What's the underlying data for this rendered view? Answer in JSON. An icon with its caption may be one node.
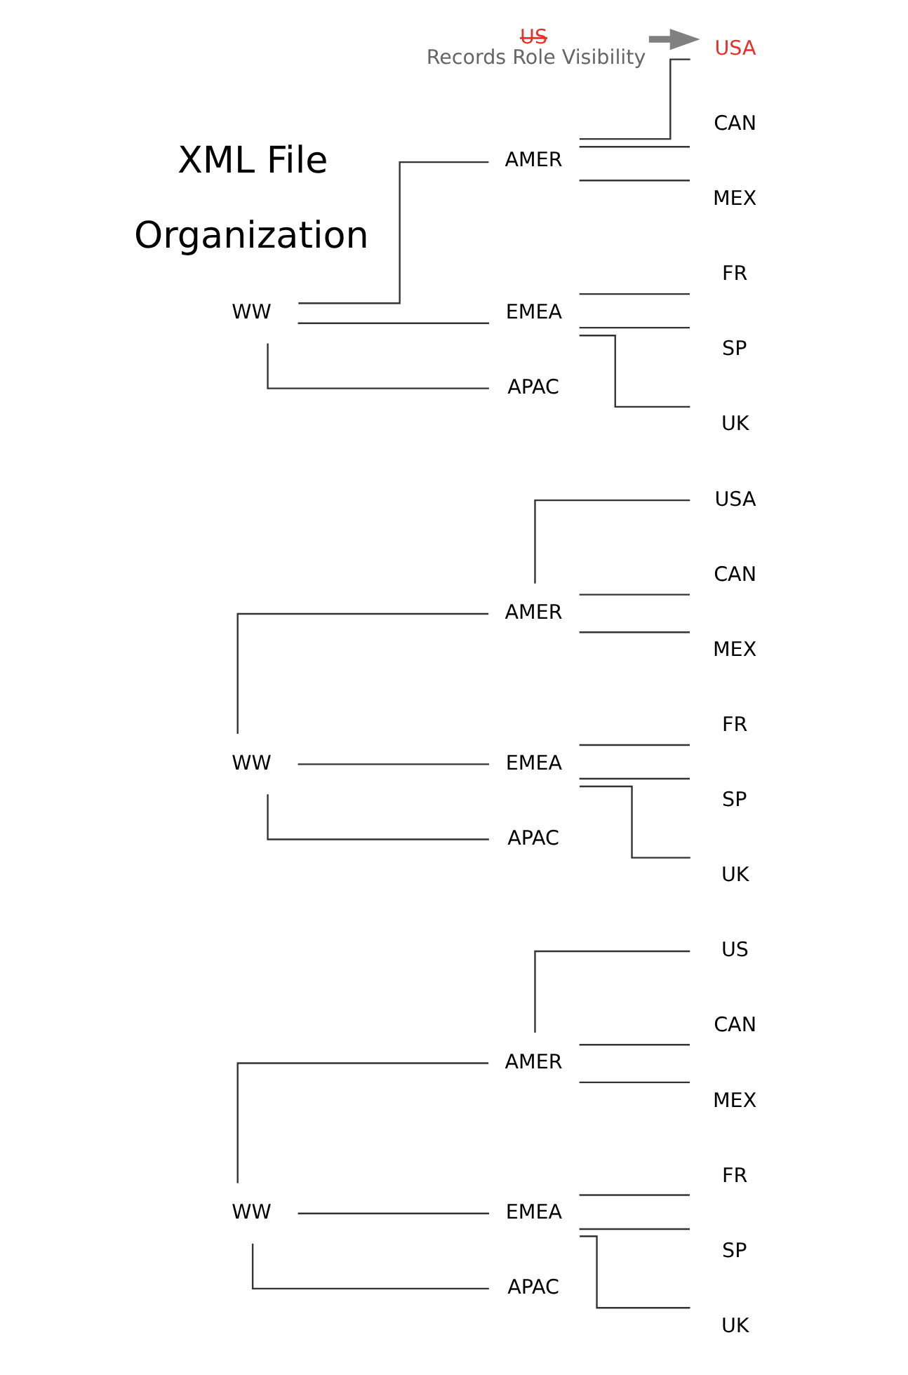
{
  "diagram": {
    "nodes": [
      {
        "text": [
          "WW"
        ]
      },
      {
        "text": [
          "AMER"
        ]
      },
      {
        "text": [
          "US"
        ]
      },
      {
        "text": [
          "CAN"
        ]
      },
      {
        "text": [
          "MEX"
        ]
      },
      {
        "text": [
          "EMEA"
        ]
      },
      {
        "text": [
          "FR"
        ]
      },
      {
        "text": [
          "SP"
        ]
      },
      {
        "text": [
          "UK"
        ]
      },
      {
        "text": [
          "APAC"
        ]
      },
      {
        "text": [
          "WW"
        ]
      },
      {
        "text": [
          "AMER"
        ]
      },
      {
        "text": [
          "USA"
        ]
      },
      {
        "text": [
          "CAN"
        ]
      },
      {
        "text": [
          "MEX"
        ]
      },
      {
        "text": [
          "EMEA"
        ]
      },
      {
        "text": [
          "FR"
        ]
      },
      {
        "text": [
          "SP"
        ]
      },
      {
        "text": [
          "UK"
        ]
      },
      {
        "text": [
          "APAC"
        ]
      },
      {
        "text": [
          "WW"
        ]
      },
      {
        "text": [
          "AMER"
        ]
      },
      {
        "text": [
          "USA"
        ]
      },
      {
        "text": [
          "CAN"
        ]
      },
      {
        "text": [
          "MEX"
        ]
      },
      {
        "text": [
          "EMEA"
        ]
      },
      {
        "text": [
          "FR"
        ]
      },
      {
        "text": [
          "SP"
        ]
      },
      {
        "text": [
          "UK"
        ]
      },
      {
        "text": [
          "APAC"
        ]
      },
      {
        "text": [
          "US",
          "Records Role Visibility"
        ]
      }
    ],
    "edges": [
      {
        "from": 0,
        "to": 1,
        "arrow": "none"
      },
      {
        "from": 1,
        "to": 2,
        "arrow": "none"
      },
      {
        "from": 1,
        "to": 3,
        "arrow": "none"
      },
      {
        "from": 1,
        "to": 4,
        "arrow": "none"
      },
      {
        "from": 0,
        "to": 5,
        "arrow": "none"
      },
      {
        "from": 5,
        "to": 6,
        "arrow": "none"
      },
      {
        "from": 5,
        "to": 7,
        "arrow": "none"
      },
      {
        "from": 5,
        "to": 8,
        "arrow": "none"
      },
      {
        "from": 0,
        "to": 9,
        "arrow": "none"
      },
      {
        "from": 10,
        "to": 11,
        "arrow": "none"
      },
      {
        "from": 11,
        "to": 12,
        "arrow": "none"
      },
      {
        "from": 11,
        "to": 13,
        "arrow": "none"
      },
      {
        "from": 11,
        "to": 14,
        "arrow": "none"
      },
      {
        "from": 10,
        "to": 15,
        "arrow": "none"
      },
      {
        "from": 15,
        "to": 16,
        "arrow": "none"
      },
      {
        "from": 15,
        "to": 17,
        "arrow": "none"
      },
      {
        "from": 15,
        "to": 18,
        "arrow": "none"
      },
      {
        "from": 10,
        "to": 19,
        "arrow": "none"
      },
      {
        "from": 20,
        "to": 21,
        "arrow": "none"
      },
      {
        "from": 21,
        "to": 22,
        "arrow": "none"
      },
      {
        "from": 21,
        "to": 23,
        "arrow": "none"
      },
      {
        "from": 21,
        "to": 24,
        "arrow": "none"
      },
      {
        "from": 20,
        "to": 25,
        "arrow": "none"
      },
      {
        "from": 25,
        "to": 26,
        "arrow": "none"
      },
      {
        "from": 25,
        "to": 27,
        "arrow": "none"
      },
      {
        "from": 25,
        "to": 28,
        "arrow": "none"
      },
      {
        "from": 20,
        "to": 29,
        "arrow": "none"
      },
      {
        "from": 30,
        "to": 22,
        "arrow": "to",
        "style": "thick",
        "color": "#808080"
      }
    ],
    "labels": [
      "Organization",
      "XML File"
    ]
  }
}
